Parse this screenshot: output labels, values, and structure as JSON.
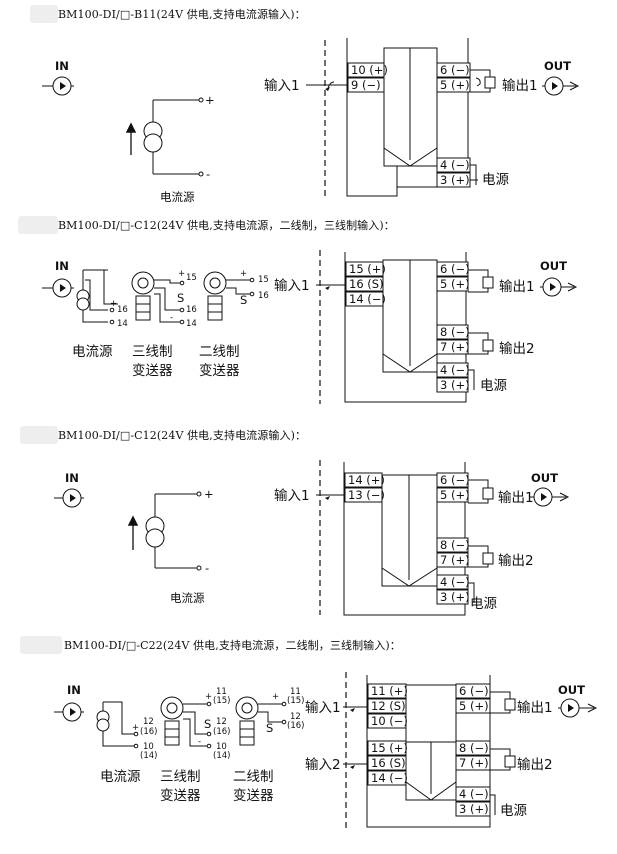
{
  "sections": [
    {
      "heading": "BM100-DI/□-B11(24V 供电,支持电流源输入)：",
      "in_label": "IN",
      "out_label": "OUT",
      "current_source_label": "电流源",
      "source_plus": "+",
      "source_minus": "-",
      "input1_label": "输入1",
      "output1_label": "输出1",
      "power_label": "电源",
      "terminals": {
        "in_pos": "10 (+)",
        "in_neg": "9 (−)",
        "out_pos": "6 (−)",
        "out_neg": "5 (+)",
        "pwr_neg": "4 (−)",
        "pwr_pos": "3 (+)"
      }
    },
    {
      "heading": "BM100-DI/□-C12(24V 供电,支持电流源，二线制，三线制输入)：",
      "in_label": "IN",
      "out_label": "OUT",
      "current_source_label": "电流源",
      "three_wire_label_1": "三线制",
      "three_wire_label_2": "变送器",
      "two_wire_label_1": "二线制",
      "two_wire_label_2": "变送器",
      "src_plus": "+",
      "src_16": "16",
      "src_14": "14",
      "tw_plus": "+",
      "tw_15": "15",
      "tw_s": "S",
      "tw_16": "16",
      "tw_minus": "-",
      "tw_14": "14",
      "two_plus": "+",
      "two_15": "15",
      "two_s": "S",
      "two_16": "16",
      "input1_label": "输入1",
      "output1_label": "输出1",
      "output2_label": "输出2",
      "power_label": "电源",
      "terminals": {
        "t15": "15 (+)",
        "t16": "16 (S)",
        "t14": "14 (−)",
        "t6": "6 (−)",
        "t5": "5 (+)",
        "t8": "8 (−)",
        "t7": "7 (+)",
        "t4": "4 (−)",
        "t3": "3 (+)"
      }
    },
    {
      "heading": "BM100-DI/□-C12(24V 供电,支持电流源输入)：",
      "in_label": "IN",
      "out_label": "OUT",
      "current_source_label": "电流源",
      "source_plus": "+",
      "source_minus": "-",
      "input1_label": "输入1",
      "output1_label": "输出1",
      "output2_label": "输出2",
      "power_label": "电源",
      "terminals": {
        "t14": "14 (+)",
        "t13": "13 (−)",
        "t6": "6 (−)",
        "t5": "5 (+)",
        "t8": "8 (−)",
        "t7": "7 (+)",
        "t4": "4 (−)",
        "t3": "3 (+)"
      }
    },
    {
      "heading": "BM100-DI/□-C22(24V 供电,支持电流源，二线制，三线制输入)：",
      "in_label": "IN",
      "out_label": "OUT",
      "current_source_label": "电流源",
      "three_wire_label_1": "三线制",
      "three_wire_label_2": "变送器",
      "two_wire_label_1": "二线制",
      "two_wire_label_2": "变送器",
      "src_plus": "+",
      "src_12": "12",
      "src_16": "(16)",
      "src_10": "10",
      "src_14": "(14)",
      "tw_plus": "+",
      "tw_11": "11",
      "tw_15": "(15)",
      "tw_s": "S",
      "tw_12": "12",
      "tw_16": "(16)",
      "tw_minus": "-",
      "tw_10": "10",
      "tw_14": "(14)",
      "two_plus": "+",
      "two_11": "11",
      "two_15": "(15)",
      "two_s": "S",
      "two_12": "12",
      "two_16": "(16)",
      "input1_label": "输入1",
      "input2_label": "输入2",
      "output1_label": "输出1",
      "output2_label": "输出2",
      "power_label": "电源",
      "terminals": {
        "t11": "11 (+)",
        "t12": "12 (S)",
        "t10": "10 (−)",
        "t15": "15 (+)",
        "t16": "16 (S)",
        "t14": "14 (−)",
        "t6": "6 (−)",
        "t5": "5 (+)",
        "t8": "8 (−)",
        "t7": "7 (+)",
        "t4": "4 (−)",
        "t3": "3 (+)"
      }
    }
  ]
}
